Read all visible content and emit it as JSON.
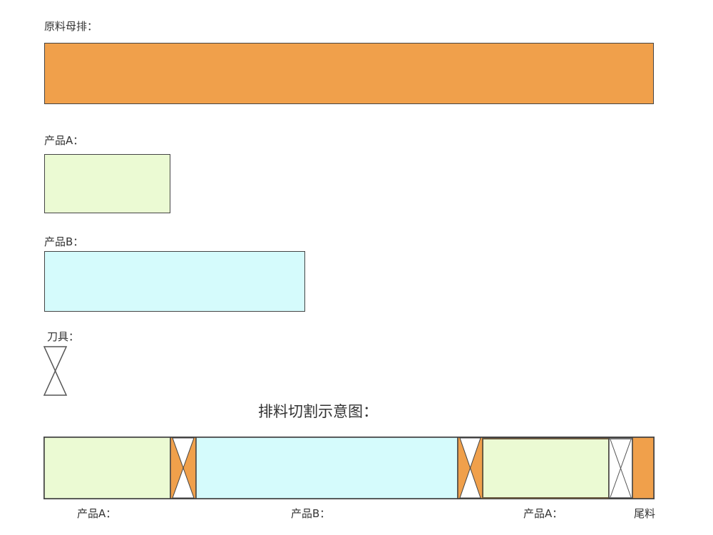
{
  "labels": {
    "raw": "原料母排：",
    "product_a": "产品A：",
    "product_b": "产品B：",
    "knife": "刀具：",
    "diagram_title": "排料切割示意图：",
    "strip_a1": "产品A：",
    "strip_b": "产品B：",
    "strip_a2": "产品A：",
    "tail": "尾料"
  },
  "colors": {
    "raw": "#F0A04B",
    "product_a": "#EBFAD3",
    "product_b": "#D5FBFC"
  }
}
